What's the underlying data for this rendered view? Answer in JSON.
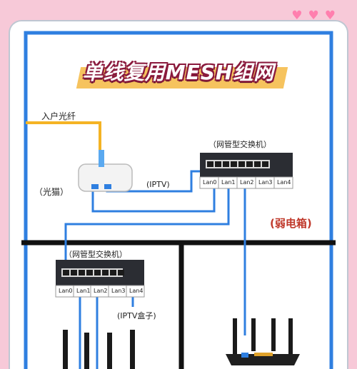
{
  "title": "单线复用MESH组网",
  "fiber_label": "入户光纤",
  "modem_label": "（光猫）",
  "iptv_link_label": "(IPTV)",
  "switch_top_label": "（网管型交换机）",
  "switch_bottom_label": "（网管型交换机）",
  "weak_box_label": "(弱电箱)",
  "iptv_box_label": "(IPTV盒子)",
  "switch_top_ports": [
    "Lan0",
    "Lan1",
    "Lan2",
    "Lan3",
    "Lan4"
  ],
  "switch_bottom_ports": [
    "Lan0",
    "Lan1",
    "Lan2",
    "Lan3",
    "Lan4"
  ],
  "colors": {
    "cable_blue": "#2f7fe0",
    "fiber_yellow": "#f4b324",
    "wall": "#111111",
    "pink_bg": "#f7c9d8",
    "heart": "#ff7fae"
  }
}
